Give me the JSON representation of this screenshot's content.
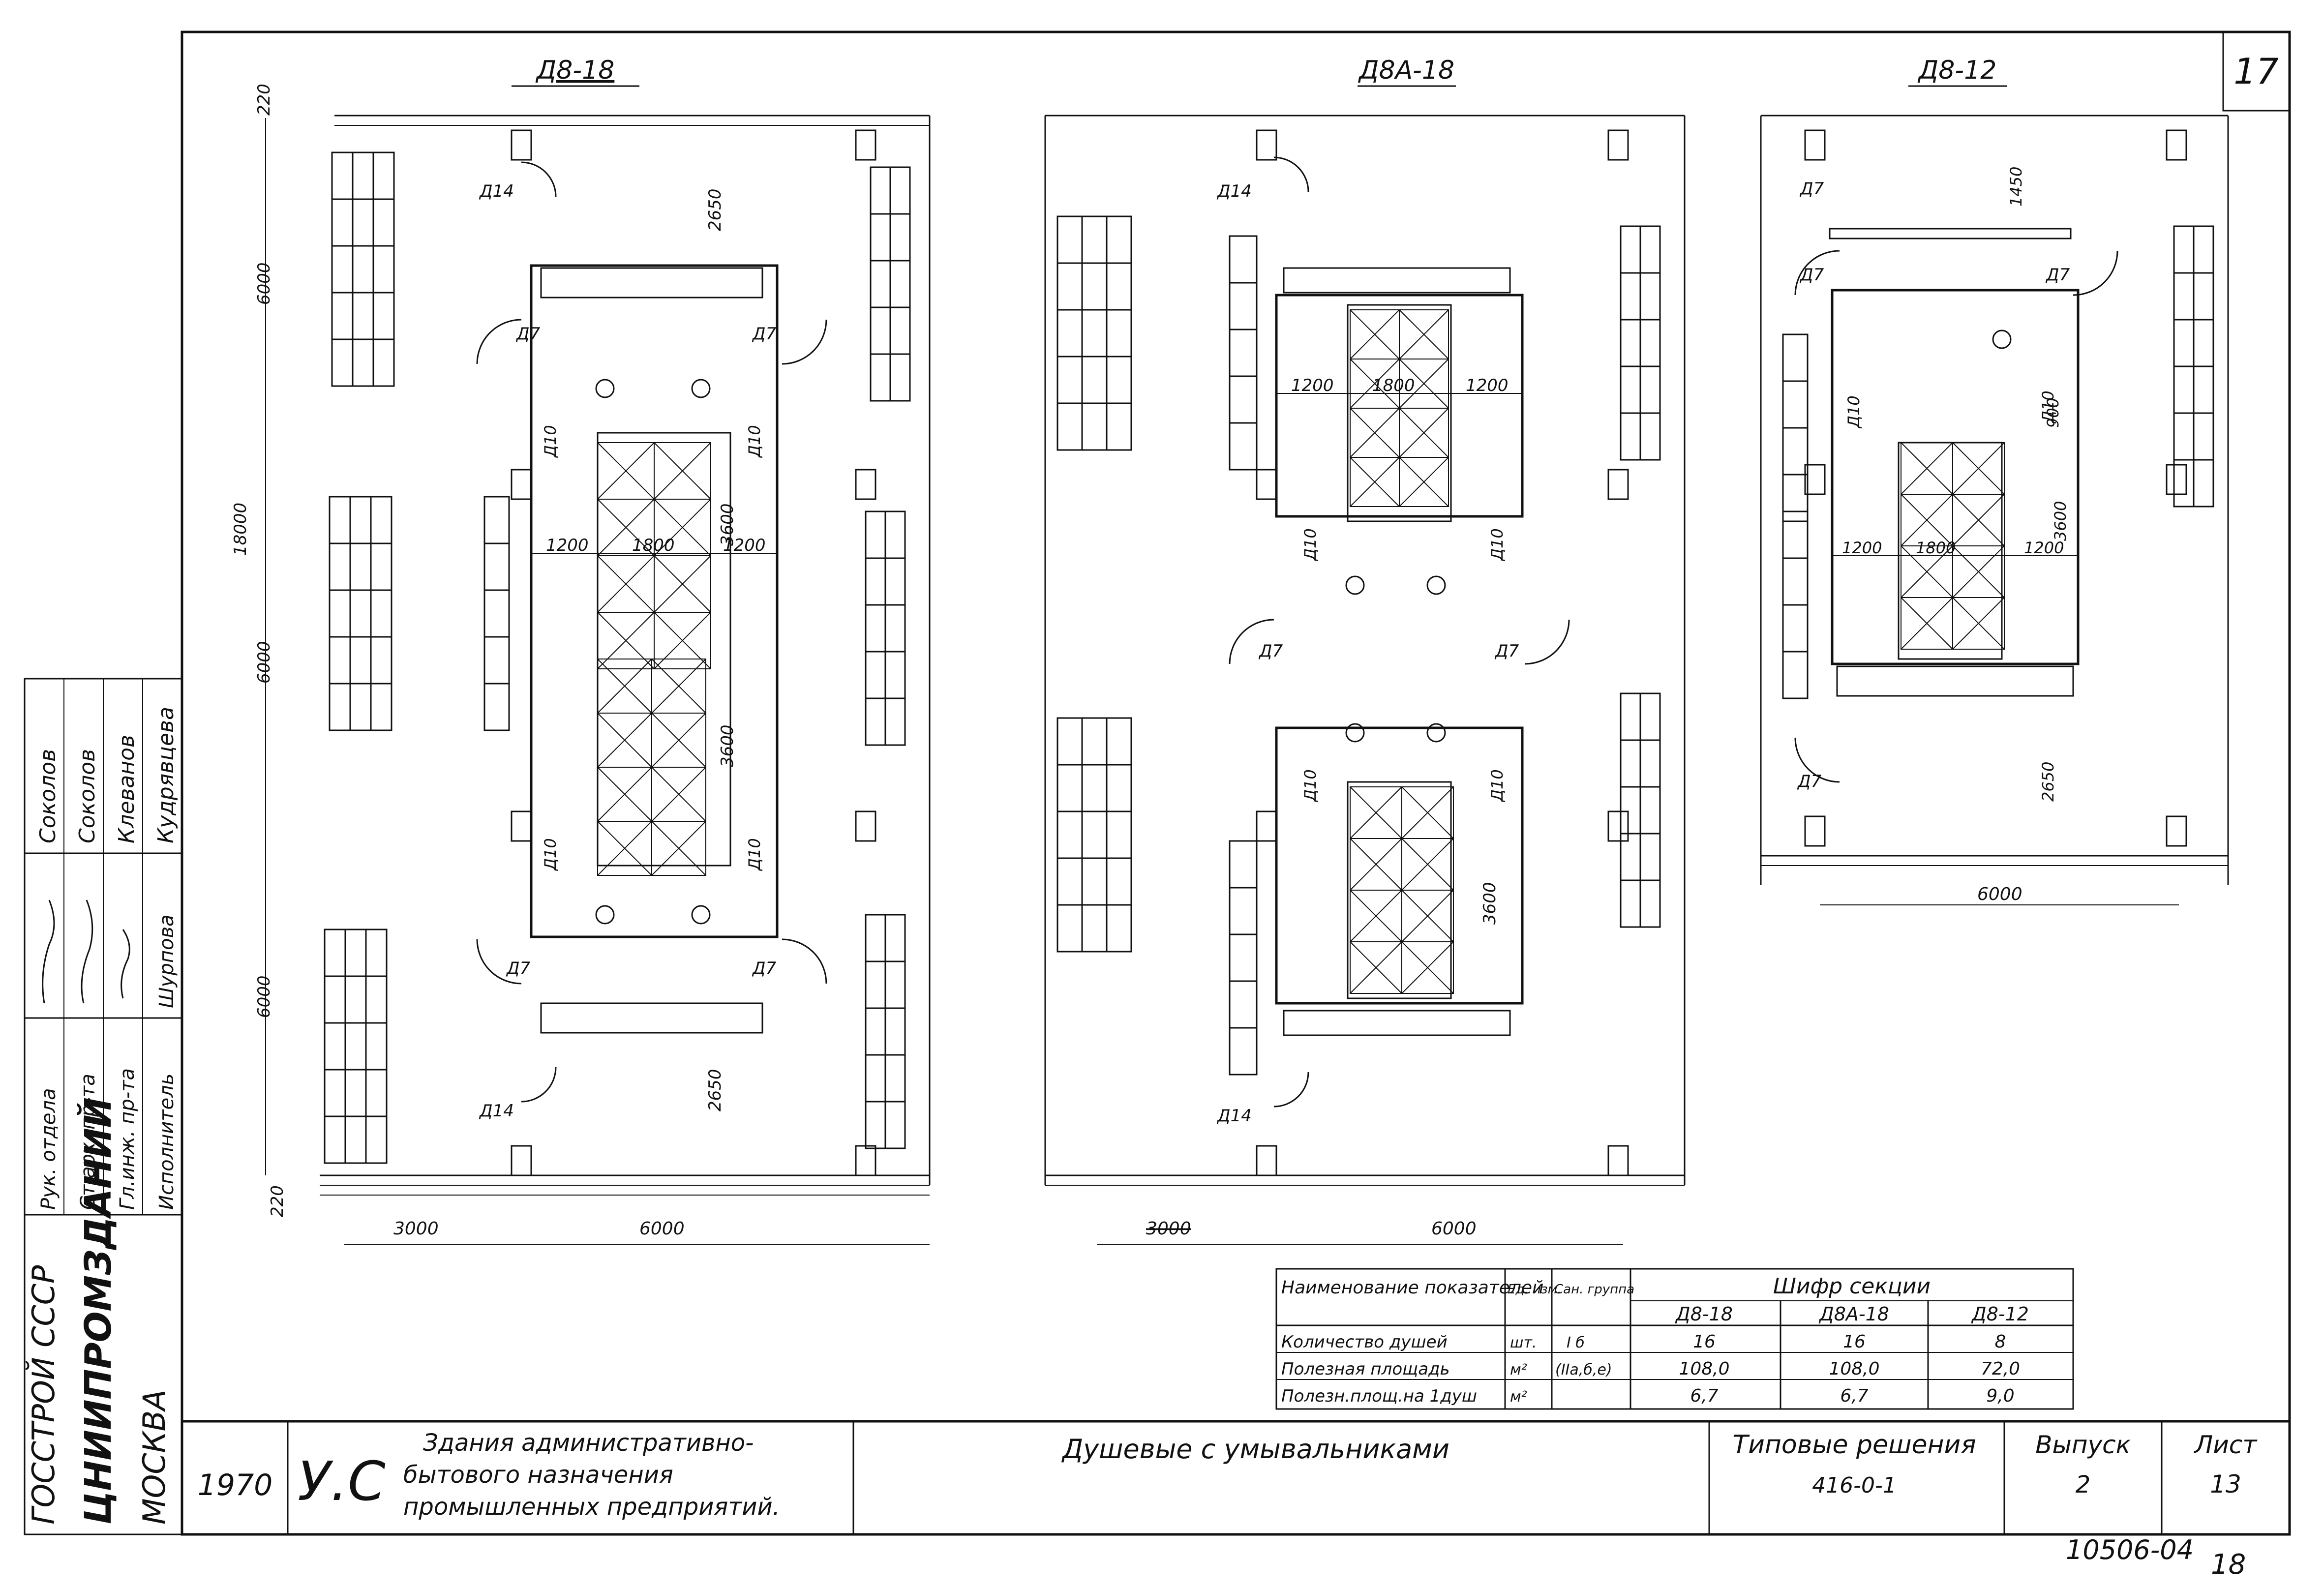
{
  "sheet": {
    "corner_number": "17",
    "stamp_bottom": "10506-04",
    "stamp_page": "18"
  },
  "plans": [
    {
      "title": "Д8-18",
      "dims": [
        "220",
        "6000",
        "18000",
        "6000",
        "6000",
        "220",
        "2650",
        "3600",
        "3600",
        "2650",
        "1200",
        "1800",
        "1200",
        "3000",
        "6000"
      ],
      "doors": [
        "Д14",
        "Д7",
        "Д7",
        "Д10",
        "Д10",
        "Д10",
        "Д10",
        "Д7",
        "Д7",
        "Д14"
      ]
    },
    {
      "title": "Д8А-18",
      "dims": [
        "1200",
        "1800",
        "1200",
        "3600",
        "3000",
        "6000"
      ],
      "doors": [
        "Д14",
        "Д10",
        "Д10",
        "Д7",
        "Д7",
        "Д10",
        "Д10",
        "Д14"
      ]
    },
    {
      "title": "Д8-12",
      "dims": [
        "1450",
        "900",
        "3600",
        "1200",
        "1800",
        "1200",
        "2650",
        "6000"
      ],
      "doors": [
        "Д7",
        "Д7",
        "Д7",
        "Д10",
        "Д10",
        "Д7"
      ]
    }
  ],
  "side_panel": {
    "rows": [
      {
        "role": "Рук. отдела",
        "signature": "",
        "name": "Соколов"
      },
      {
        "role": "Ст.арх. пр-та",
        "signature": "",
        "name": "Соколов"
      },
      {
        "role": "Гл.инж. пр-та",
        "signature": "",
        "name": "Клеванов"
      },
      {
        "role": "Исполнитель",
        "signature": "Шурпова",
        "name": "Кудрявцева"
      }
    ],
    "org1": "ГОССТРОЙ СССР",
    "org2": "ЦНИИПРОМЗДАНИЙ",
    "org3": "МОСКВА"
  },
  "indicators": {
    "headers": {
      "name": "Наименование показателей",
      "unit": "Ед. изм.",
      "group": "Сан. группа",
      "cipher": "Шифр секции"
    },
    "sections": [
      "Д8-18",
      "Д8А-18",
      "Д8-12"
    ],
    "rows": [
      {
        "name": "Количество душей",
        "unit": "шт.",
        "group": "I б",
        "values": [
          "16",
          "16",
          "8"
        ]
      },
      {
        "name": "Полезная площадь",
        "unit": "м²",
        "group": "(IIа,б,е)",
        "values": [
          "108,0",
          "108,0",
          "72,0"
        ]
      },
      {
        "name": "Полезн.площ.на 1душ",
        "unit": "м²",
        "group": "",
        "values": [
          "6,7",
          "6,7",
          "9,0"
        ]
      }
    ]
  },
  "title_block": {
    "year": "1970",
    "mark": "У.С",
    "building_line1": "Здания административно-",
    "building_line2": "бытового назначения",
    "building_line3": "промышленных предприятий.",
    "sheet_title": "Душевые с умывальниками",
    "series_label": "Типовые решения",
    "series_code": "416-0-1",
    "issue_label": "Выпуск",
    "issue_value": "2",
    "sheet_label": "Лист",
    "sheet_value": "13"
  }
}
